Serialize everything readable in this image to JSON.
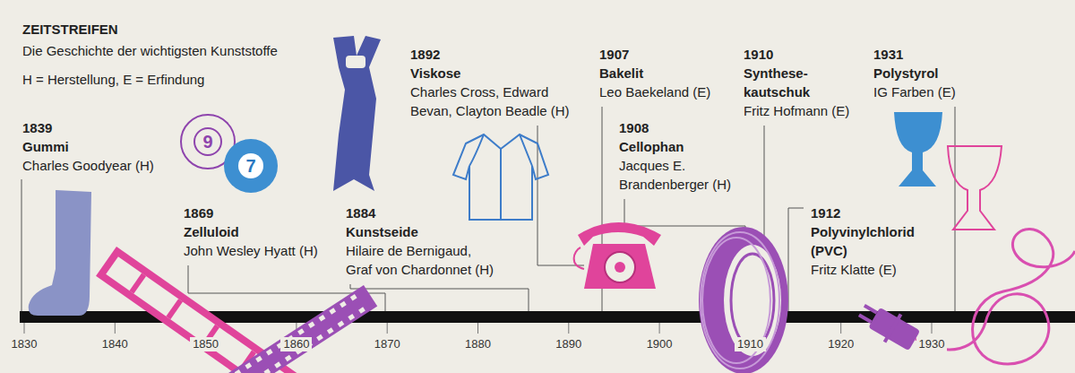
{
  "diagram": {
    "title": "ZEITSTREIFEN",
    "labels": [
      "Die Geschichte der wichtigsten Kunststoffe",
      "H = Herstellung, E = Erfindung",
      "1839",
      "Gummi",
      "Charles Goodyear (H)",
      "9",
      "7",
      "1869",
      "Zelluloid",
      "John Wesley Hyatt (H)",
      "1884",
      "Kunstseide",
      "Hilaire de Bernigaud, Graf von Chardonnet (H)",
      "1892",
      "Viskose",
      "Charles Cross, Edward Bevan, Clayton Beadle (H)",
      "1907",
      "Bakelit",
      "Leo Baekeland (E)",
      "1908",
      "Cellophan",
      "Jacques E. Brandenberger (H)",
      "1910",
      "Synthese- kautschuk",
      "Fritz Hofmann (E)",
      "1912",
      "Polyvinylchlorid (PVC)",
      "Fritz Klatte (E)",
      "1931",
      "Polystyrol",
      "IG Farben (E)",
      "1830",
      "1840",
      "1850",
      "1860",
      "1870",
      "1880",
      "1890",
      "1900",
      "1910",
      "1920",
      "1930"
    ]
  }
}
